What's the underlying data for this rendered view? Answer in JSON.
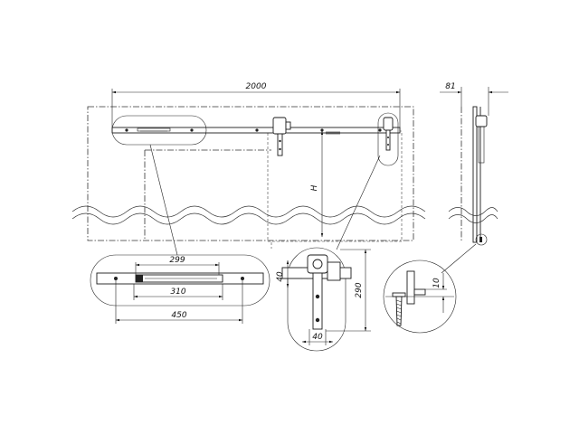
{
  "dimensions": {
    "rail_length": "2000",
    "side_depth": "81",
    "height": "H",
    "stop_span": "299",
    "stop_body": "310",
    "detail_width": "450",
    "bracket_offset": "40",
    "hanger_height": "290",
    "hanger_width": "40",
    "clearance": "10"
  },
  "icons": {
    "callout_left": "detail-callout-icon",
    "callout_right": "detail-callout-icon",
    "callout_side": "detail-callout-icon"
  }
}
